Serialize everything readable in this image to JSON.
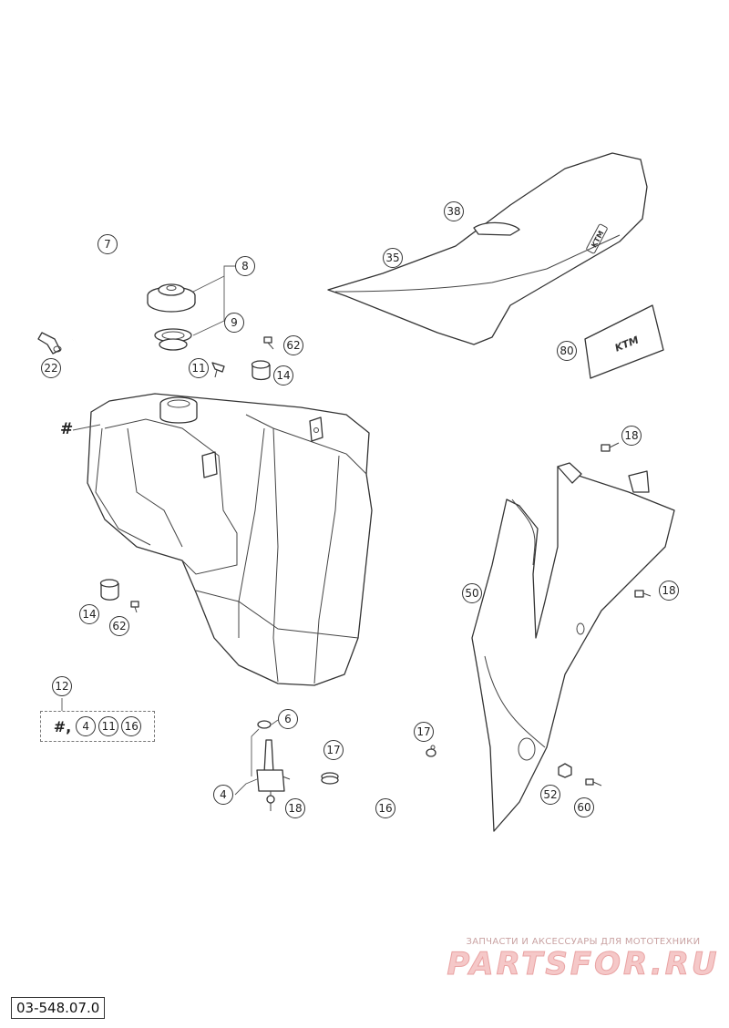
{
  "diagram": {
    "callouts": {
      "c7": "7",
      "c8": "8",
      "c9": "9",
      "c22": "22",
      "c11": "11",
      "c62a": "62",
      "c14a": "14",
      "c35": "35",
      "c38": "38",
      "c80": "80",
      "c18a": "18",
      "c18b": "18",
      "c50": "50",
      "c14b": "14",
      "c62b": "62",
      "c12": "12",
      "c6": "6",
      "c4": "4",
      "c18c": "18",
      "c17a": "17",
      "c17b": "17",
      "c16": "16",
      "c52": "52",
      "c60": "60"
    },
    "tank_marker": "#",
    "kit": {
      "prefix": "#,",
      "items": [
        "4",
        "11",
        "16"
      ]
    }
  },
  "watermark": {
    "line1": "ЗАПЧАСТИ И АКСЕССУАРЫ ДЛЯ МОТОТЕХНИКИ",
    "line2": "PARTSFOR.RU"
  },
  "document_number": "03-548.07.0",
  "colors": {
    "line": "#333333",
    "watermark": "#e9a3a3"
  }
}
